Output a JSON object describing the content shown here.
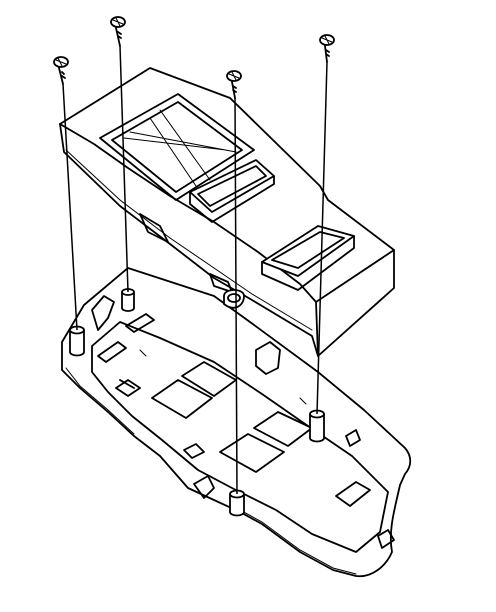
{
  "figure": {
    "screws": [
      "screw-1",
      "screw-2",
      "screw-3",
      "screw-4"
    ],
    "parts": [
      "switch-housing",
      "mounting-base"
    ]
  }
}
